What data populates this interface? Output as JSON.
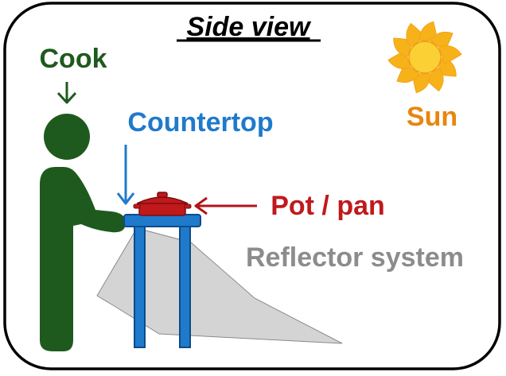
{
  "title": "Side view",
  "labels": {
    "cook": "Cook",
    "countertop": "Countertop",
    "sun": "Sun",
    "pot": "Pot / pan",
    "reflector": "Reflector system"
  },
  "icons": {
    "sun": "sun-icon",
    "cook": "person-silhouette-icon",
    "pot": "cooking-pot-icon"
  },
  "colors": {
    "frame": "#000000",
    "cook": "#1e5a1e",
    "countertop": "#1f7acc",
    "sun_text": "#e8850f",
    "sun_outer": "#f7b21a",
    "sun_core": "#fbd034",
    "pot": "#c0191c",
    "pot_arrow": "#b01419",
    "reflector_text": "#8c8c8c",
    "reflector_fill": "#d4d4d4",
    "reflector_stroke": "#8a8a8a"
  }
}
